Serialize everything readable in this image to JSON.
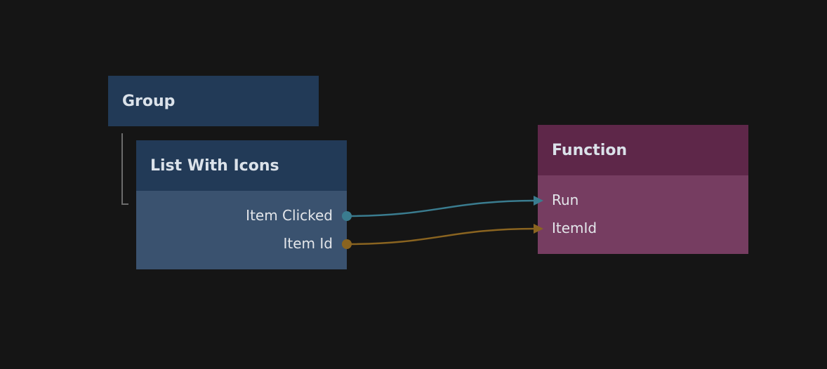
{
  "nodes": {
    "group": {
      "title": "Group"
    },
    "list_with_icons": {
      "title": "List With Icons",
      "outputs": [
        {
          "label": "Item Clicked",
          "color": "#3a7c8f"
        },
        {
          "label": "Item Id",
          "color": "#8a6420"
        }
      ]
    },
    "function": {
      "title": "Function",
      "inputs": [
        {
          "label": "Run"
        },
        {
          "label": "ItemId"
        }
      ]
    }
  },
  "connections": [
    {
      "from": "Item Clicked",
      "to": "Run",
      "color": "#3a7c8f"
    },
    {
      "from": "Item Id",
      "to": "ItemId",
      "color": "#8a6420"
    }
  ],
  "colors": {
    "background": "#151515",
    "visual_node_header": "#223a57",
    "visual_node_body": "#3a526f",
    "function_node_header": "#5e2749",
    "function_node_body": "#763d61"
  }
}
